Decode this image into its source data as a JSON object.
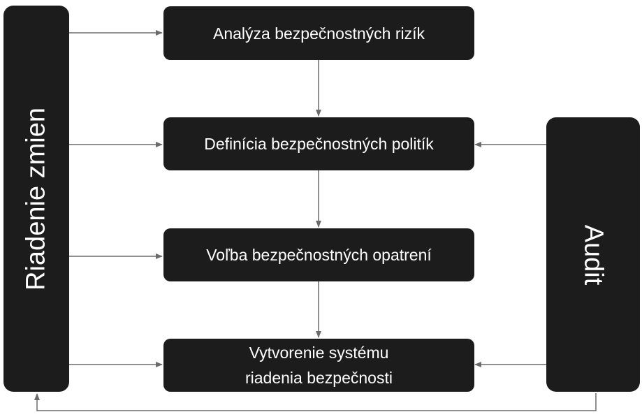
{
  "diagram": {
    "left_bar": {
      "label": "Riadenie zmien"
    },
    "right_bar": {
      "label": "Audit"
    },
    "steps": [
      {
        "label": "Analýza bezpečnostných rizík"
      },
      {
        "label": "Definícia bezpečnostných politík"
      },
      {
        "label": "Voľba bezpečnostných opatrení"
      },
      {
        "label": "Vytvorenie systému riadenia bezpečnosti"
      }
    ]
  },
  "colors": {
    "box_fill": "#1c1c1c",
    "box_text": "#ffffff",
    "connector": "#6b6b6b"
  }
}
